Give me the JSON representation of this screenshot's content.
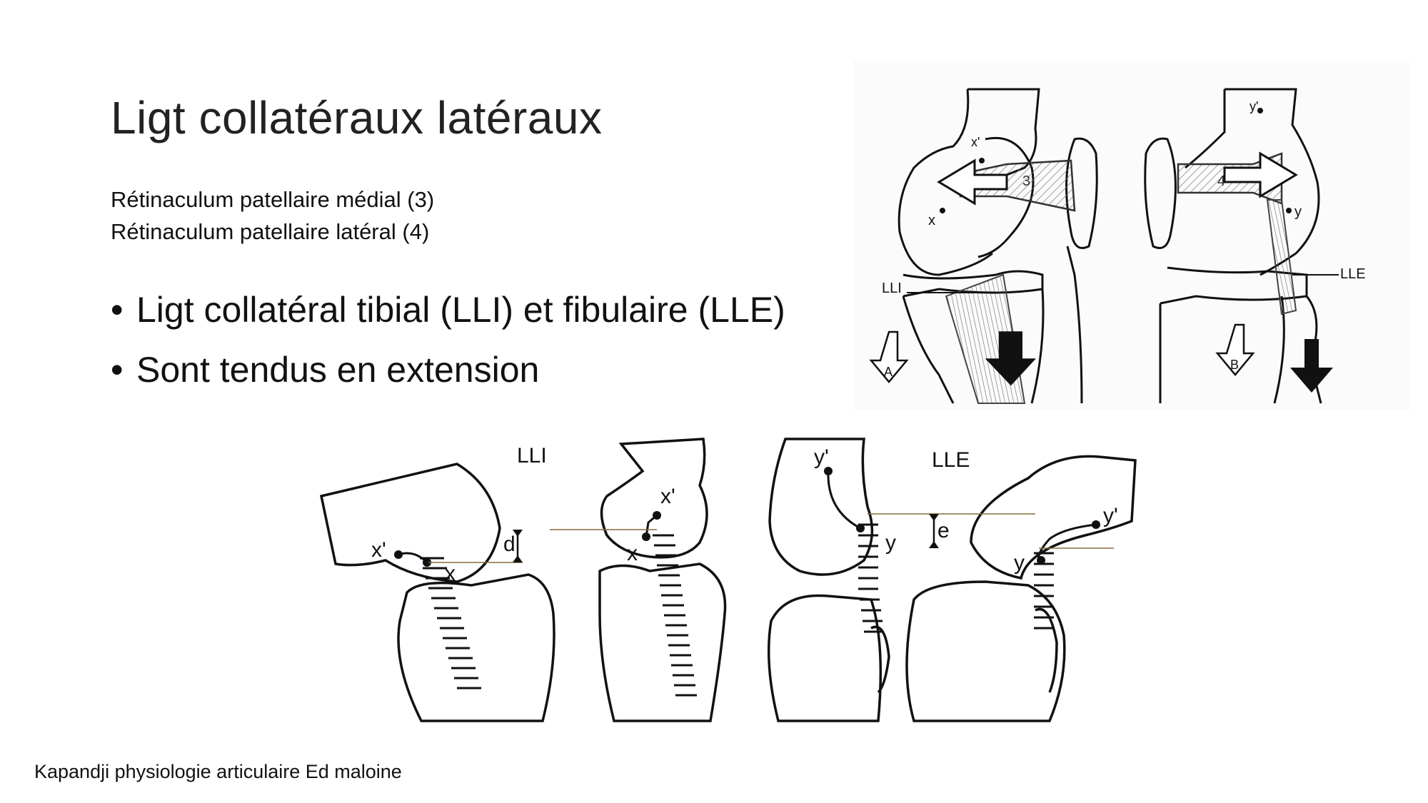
{
  "slide": {
    "title": "Ligt collatéraux latéraux",
    "retinacula": [
      "Rétinaculum patellaire médial (3)",
      "Rétinaculum patellaire latéral (4)"
    ],
    "bullets": [
      "Ligt collatéral tibial (LLI) et fibulaire (LLE)",
      "Sont tendus en extension"
    ],
    "credit": "Kapandji physiologie articulaire Ed maloine"
  },
  "figure_top": {
    "panel_a": {
      "label_lli": "LLI",
      "num": "3",
      "pt_x": "x",
      "pt_xp": "x'",
      "corner": "A"
    },
    "panel_b": {
      "label_lle": "LLE",
      "num": "4",
      "pt_y": "y",
      "pt_yp": "y'",
      "corner": "B"
    }
  },
  "figure_bottom": {
    "label_lli": "LLI",
    "label_lle": "LLE",
    "pt_x": "x",
    "pt_xp": "x'",
    "pt_y": "y",
    "pt_yp": "y'",
    "gap_d": "d",
    "gap_e": "e"
  }
}
